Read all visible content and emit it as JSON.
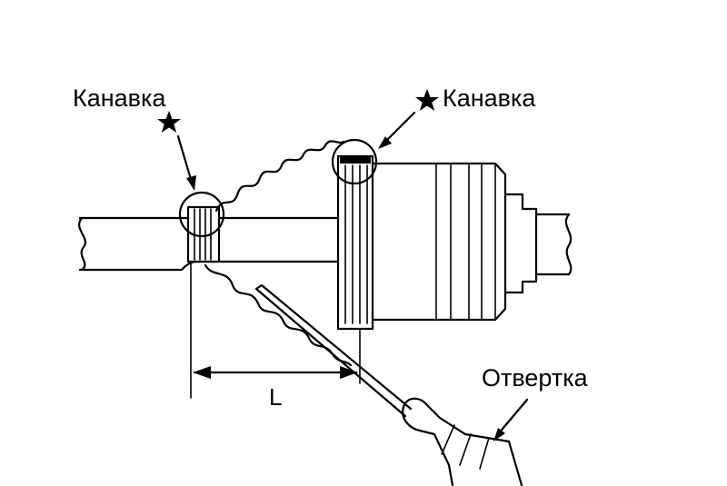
{
  "labels": {
    "groove_left": "Канавка",
    "groove_right": "Канавка",
    "screwdriver": "Отвертка",
    "dimension": "L"
  },
  "colors": {
    "ink": "#000000",
    "background": "#ffffff"
  },
  "icons": {
    "groove_markers": "star-icon"
  }
}
